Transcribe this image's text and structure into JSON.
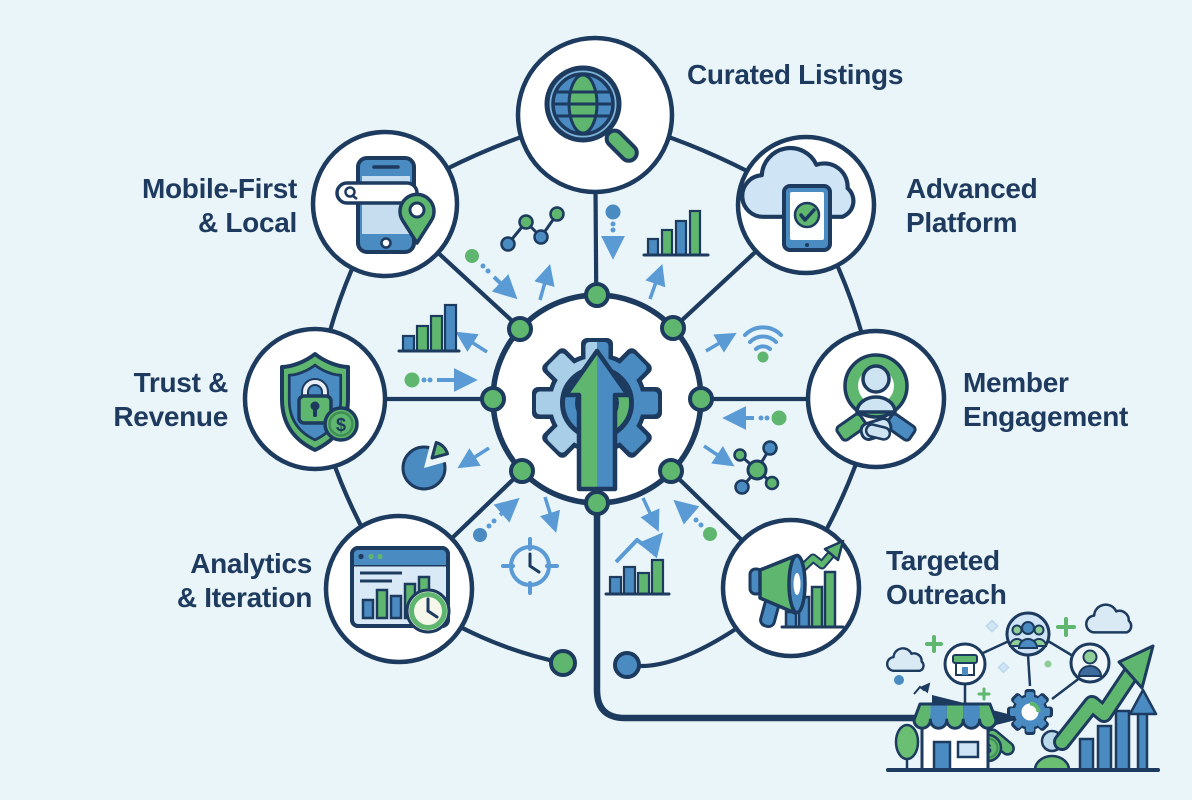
{
  "diagram": {
    "title": "",
    "center": {
      "icon": "growth-gear-up-arrow-icon",
      "description": "gear with upward arrow hub"
    },
    "nodes": [
      {
        "id": "curated-listings",
        "icon": "globe-magnifier-icon",
        "label_lines": [
          "Curated Listings",
          ""
        ]
      },
      {
        "id": "mobile-first-local",
        "icon": "phone-search-pin-icon",
        "label_lines": [
          "Mobile-First",
          "& Local"
        ]
      },
      {
        "id": "advanced-platform",
        "icon": "cloud-tablet-check-icon",
        "label_lines": [
          "Advanced",
          "Platform"
        ]
      },
      {
        "id": "trust-revenue",
        "icon": "shield-lock-coin-icon",
        "label_lines": [
          "Trust &",
          "Revenue"
        ]
      },
      {
        "id": "member-engagement",
        "icon": "handshake-person-icon",
        "label_lines": [
          "Member",
          "Engagement"
        ]
      },
      {
        "id": "analytics-iteration",
        "icon": "dashboard-clock-icon",
        "label_lines": [
          "Analytics",
          "& Iteration"
        ]
      },
      {
        "id": "targeted-outreach",
        "icon": "megaphone-growth-icon",
        "label_lines": [
          "Targeted",
          "Outreach"
        ]
      }
    ],
    "glyphs": {
      "dollar": "$"
    },
    "decorative_icons": [
      "node-link-chart-icon",
      "bar-chart-icon",
      "pie-chart-icon",
      "wifi-icon",
      "molecule-network-icon",
      "target-clock-icon",
      "trend-bar-chart-icon",
      "dotted-inflow-arrows",
      "radiating-outflow-arrows"
    ],
    "bottom_illustration_items": [
      "storefront",
      "store-bubble",
      "people-network-bubbles",
      "gear",
      "growth-arrow",
      "bar-chart",
      "up-arrow",
      "clouds",
      "tree",
      "coin",
      "plus-sparkles"
    ],
    "colors": {
      "bg": "#e9f5f8",
      "navy": "#1d3a5f",
      "text": "#1e3a5f",
      "blue": "#4a8bc2",
      "lightBlue": "#a9cfe8",
      "paleBlue": "#cfe4f4",
      "arrowBlue": "#5b9bd5",
      "green": "#5fb66e",
      "lightGreen": "#8fce97",
      "white": "#ffffff"
    }
  }
}
